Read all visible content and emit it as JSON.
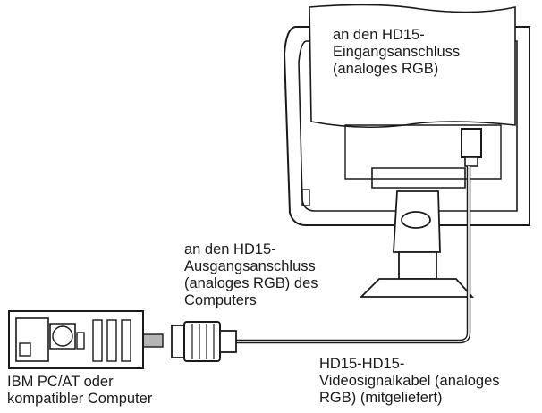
{
  "labels": {
    "monitor_input": [
      "an den HD15-",
      "Eingangsanschluss",
      "(analoges RGB)"
    ],
    "computer_output": [
      "an den HD15-",
      "Ausgangsanschluss",
      "(analoges RGB) des",
      "Computers"
    ],
    "cable": [
      "HD15-HD15-",
      "Videosignalkabel (analoges",
      "RGB) (mitgeliefert)"
    ],
    "computer": [
      "IBM PC/AT oder",
      "kompatibler Computer"
    ]
  },
  "colors": {
    "line": "#1a1a1a",
    "monitor_fill": "#ffffff",
    "arrow": "#b5b5b5"
  }
}
